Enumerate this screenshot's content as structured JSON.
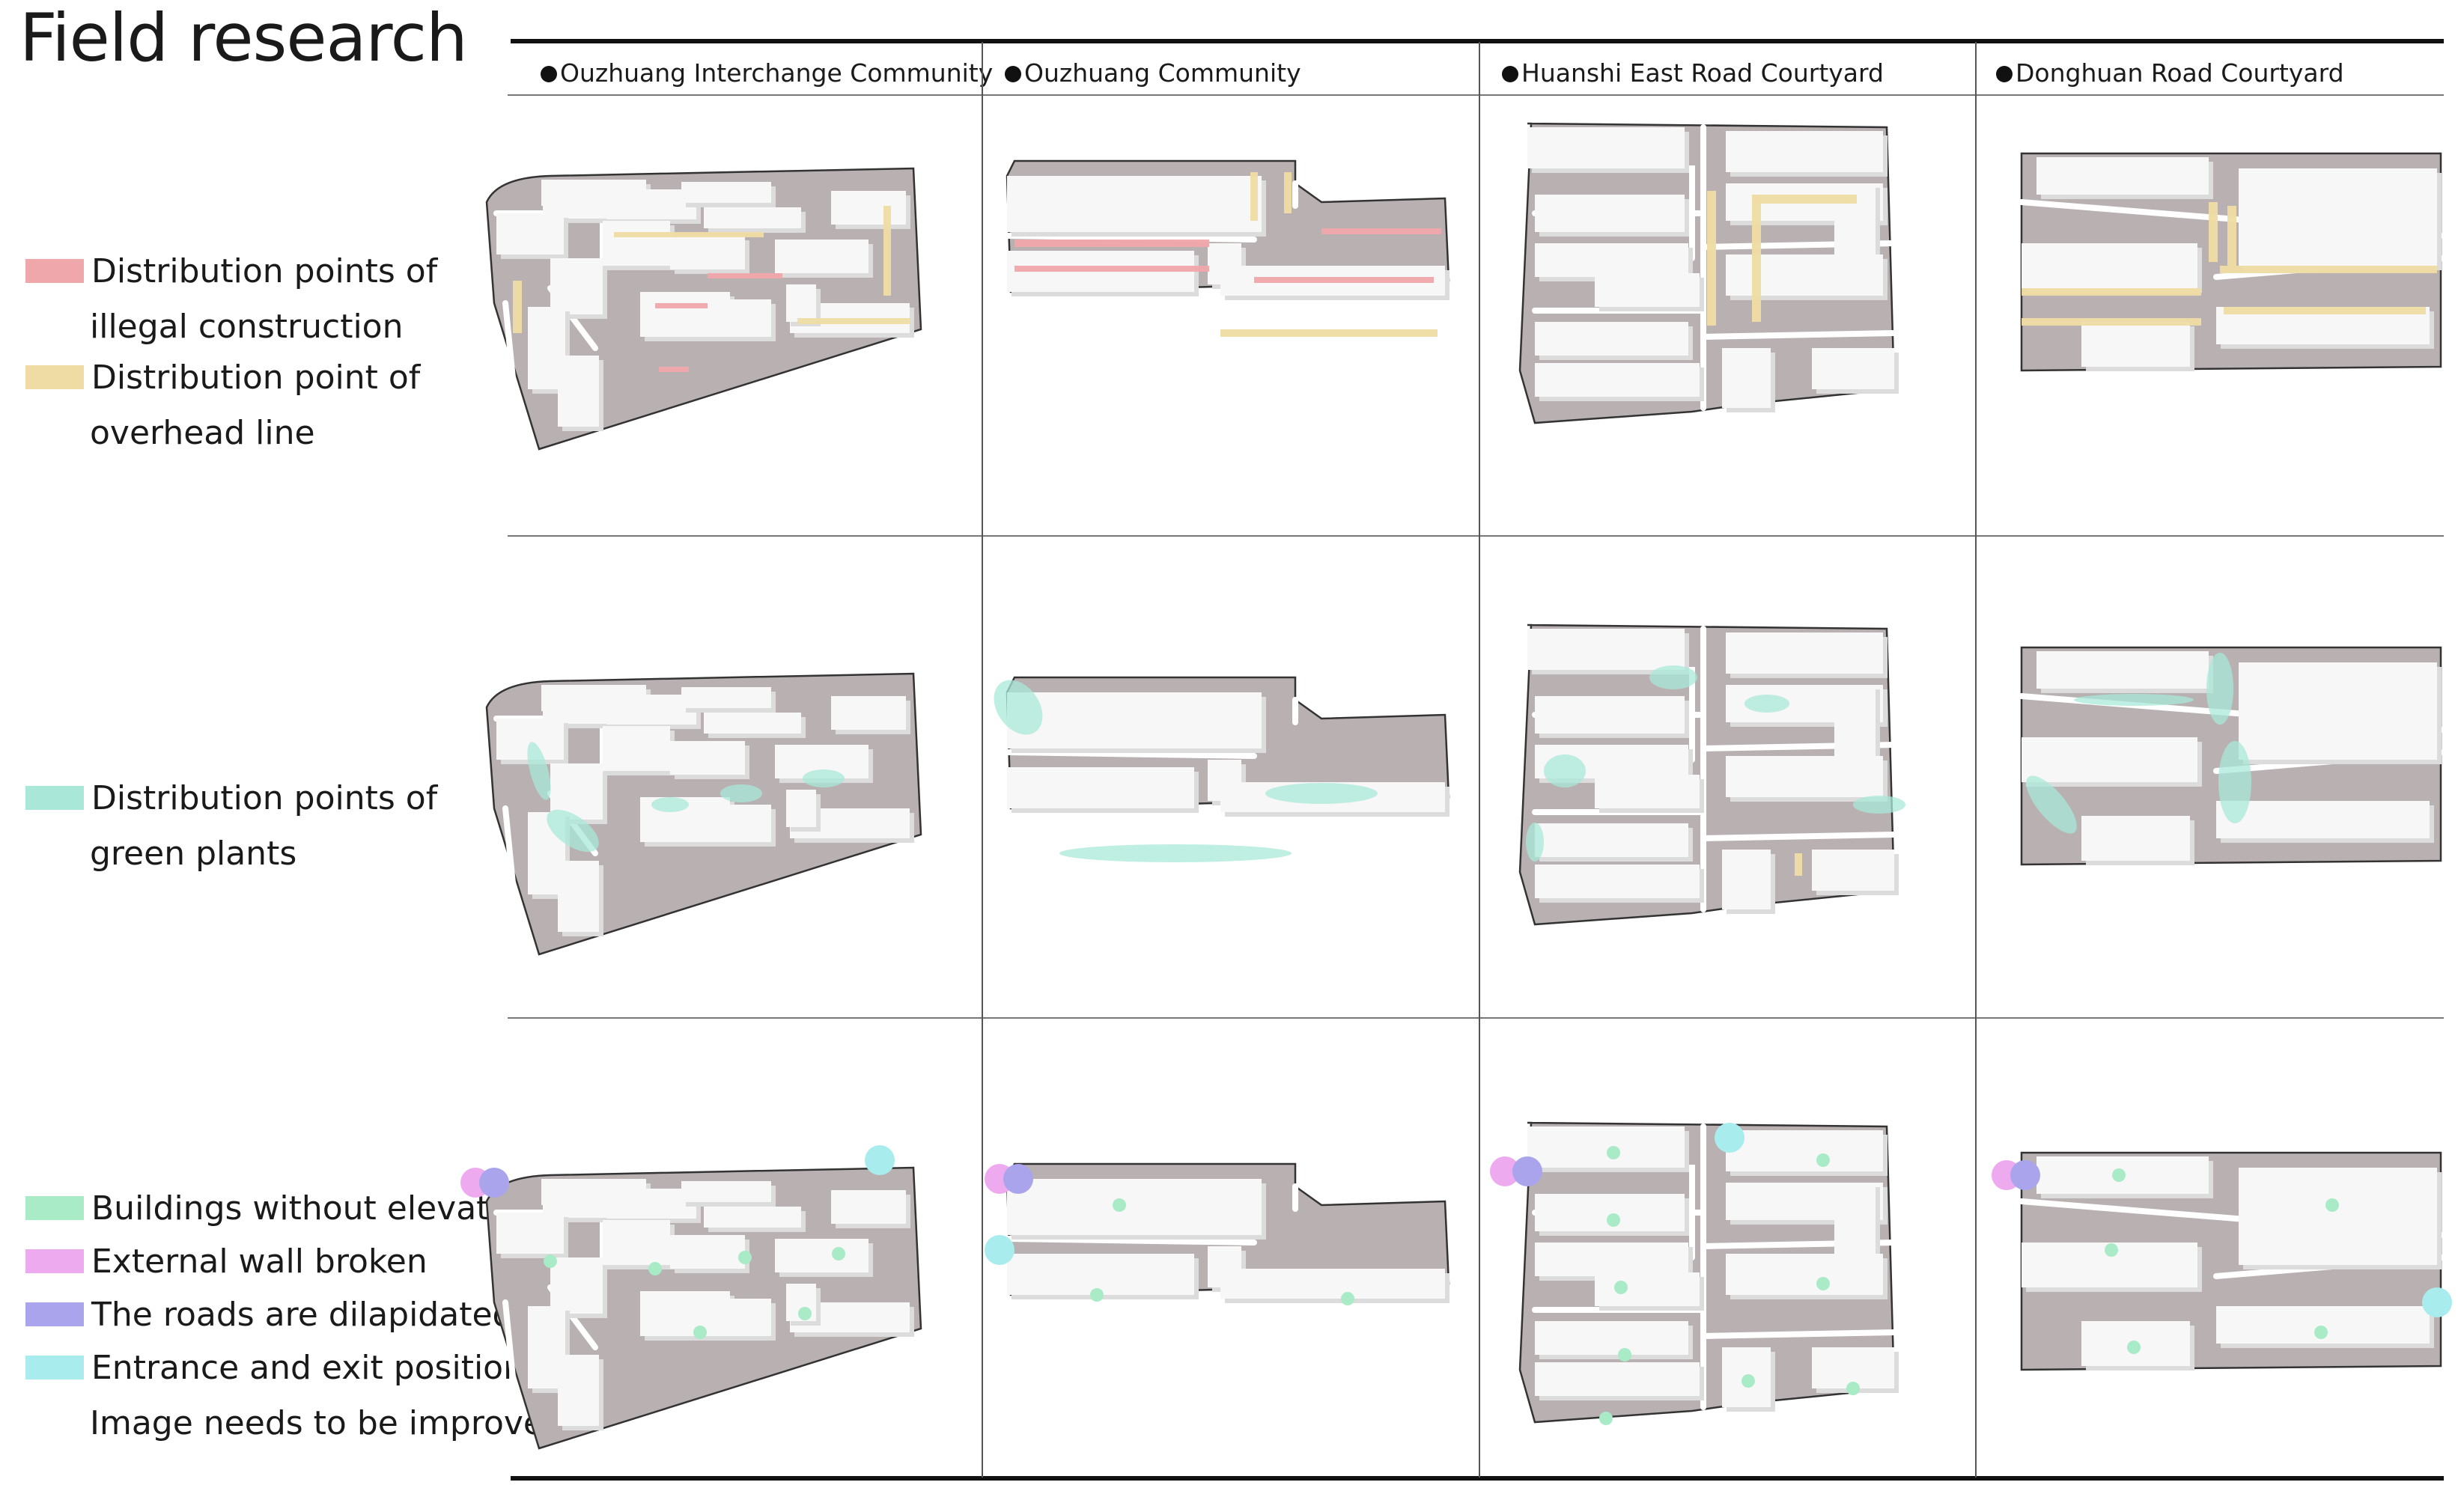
{
  "page": {
    "title": "Field research"
  },
  "columns": [
    {
      "label": "Ouzhuang Interchange Community"
    },
    {
      "label": "Ouzhuang Community"
    },
    {
      "label": "Huanshi East Road Courtyard"
    },
    {
      "label": "Donghuan Road Courtyard"
    }
  ],
  "legend": {
    "illegal_construction": {
      "line1": "Distribution points of",
      "line2": "illegal construction",
      "color": "#f0a7ab"
    },
    "overhead_line": {
      "line1": "Distribution point of",
      "line2": "overhead line",
      "color": "#efdca4"
    },
    "green_plants": {
      "line1": "Distribution points of",
      "line2": "green plants",
      "color": "#a9e8d8"
    },
    "no_elevators": {
      "label": "Buildings without elevators",
      "color": "#a8ebc6"
    },
    "wall_broken": {
      "label": "External wall broken",
      "color": "#eeaaee"
    },
    "roads_dilapidated": {
      "label": "The roads are dilapidated",
      "color": "#a9a4ec"
    },
    "entrance_exit": {
      "label": "Entrance and exit position",
      "color": "#a9ecee"
    },
    "image_improve": {
      "label": "Image needs to be improved"
    }
  },
  "colors": {
    "ground": "#b9b1b1",
    "building": "#f7f7f7",
    "building_side": "#dcdcdc",
    "road": "#ffffff",
    "illegal": "#f0a7ab",
    "overhead": "#efdca4",
    "green": "#a9e8d8",
    "no_elevator_dot": "#a8ebc6",
    "wall_broken": "#eeaaee",
    "roads_dilapidated": "#a9a4ec",
    "entrance": "#a9ecee"
  }
}
